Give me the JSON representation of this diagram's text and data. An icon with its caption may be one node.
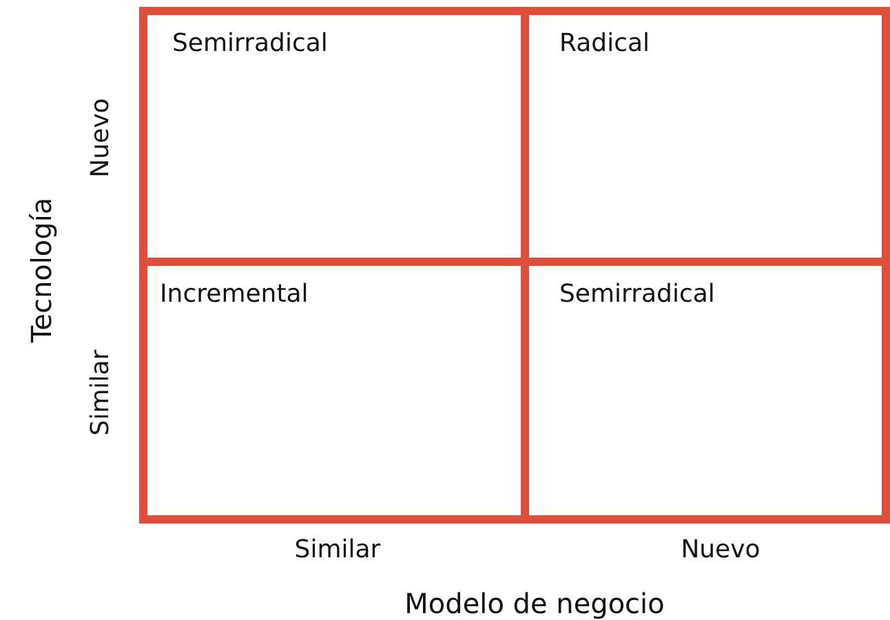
{
  "diagram": {
    "nodes": [
      {
        "text": [
          "Semirradical"
        ]
      },
      {
        "text": [
          "Radical"
        ]
      },
      {
        "text": [
          "Incremental"
        ]
      },
      {
        "text": [
          "Semirradical"
        ]
      }
    ],
    "labels": [
      "Nuevo",
      "Tecnología",
      "Similar",
      "Similar",
      "Nuevo",
      "Modelo de negocio"
    ]
  }
}
